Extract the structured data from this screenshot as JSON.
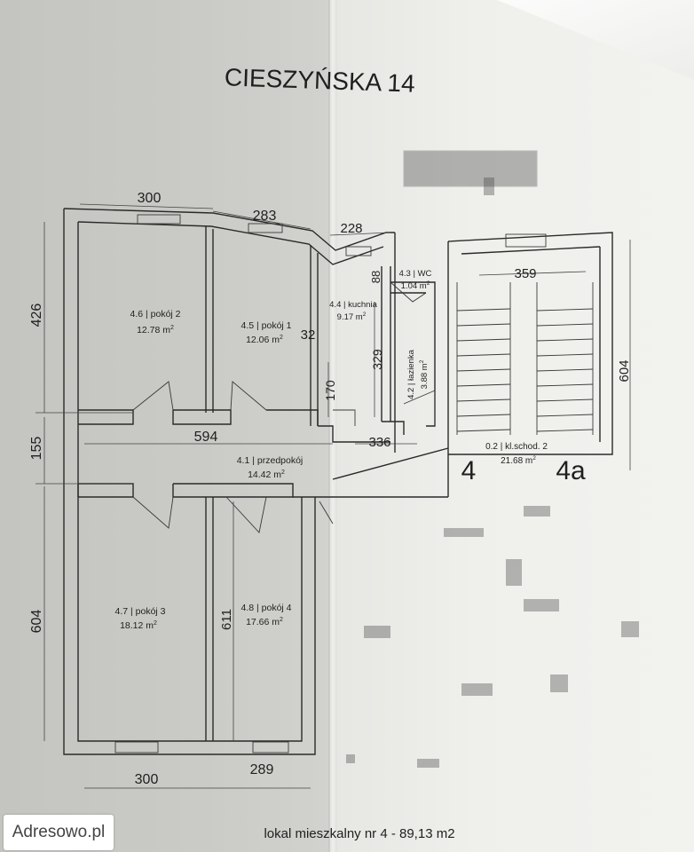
{
  "title": "CIESZYŃSKA 14",
  "footer": "lokal mieszkalny nr 4 - 89,13 m2",
  "watermark": "Adresowo.pl",
  "rooms": [
    {
      "id": "4.6",
      "name": "pokój 2",
      "area": "12.78"
    },
    {
      "id": "4.5",
      "name": "pokój 1",
      "area": "12.06"
    },
    {
      "id": "4.4",
      "name": "kuchnia",
      "area": "9.17"
    },
    {
      "id": "4.3",
      "name": "WC",
      "area": "1.04"
    },
    {
      "id": "4.2",
      "name": "łazienka",
      "area": "3.88"
    },
    {
      "id": "4.1",
      "name": "przedpokój",
      "area": "14.42"
    },
    {
      "id": "4.7",
      "name": "pokój 3",
      "area": "18.12"
    },
    {
      "id": "4.8",
      "name": "pokój 4",
      "area": "17.66"
    },
    {
      "id": "0.2",
      "name": "kl.schod. 2",
      "area": "21.68"
    }
  ],
  "area_unit": "m",
  "area_exp": "2",
  "dimensions": {
    "top_room2": "300",
    "top_room1": "283",
    "top_kitchen": "228",
    "stair_width": "359",
    "left_upper": "426",
    "left_hall": "155",
    "left_lower": "604",
    "right_stair": "604",
    "hall_length": "594",
    "kitchen_wall": "32",
    "kitchen_depth": "170",
    "bath_depth": "329",
    "wc_depth": "88",
    "bath_width": "336",
    "room4_depth": "611",
    "bottom_room3": "300",
    "bottom_room4": "289"
  },
  "markers": {
    "unit": "4",
    "neighbor": "4a"
  }
}
